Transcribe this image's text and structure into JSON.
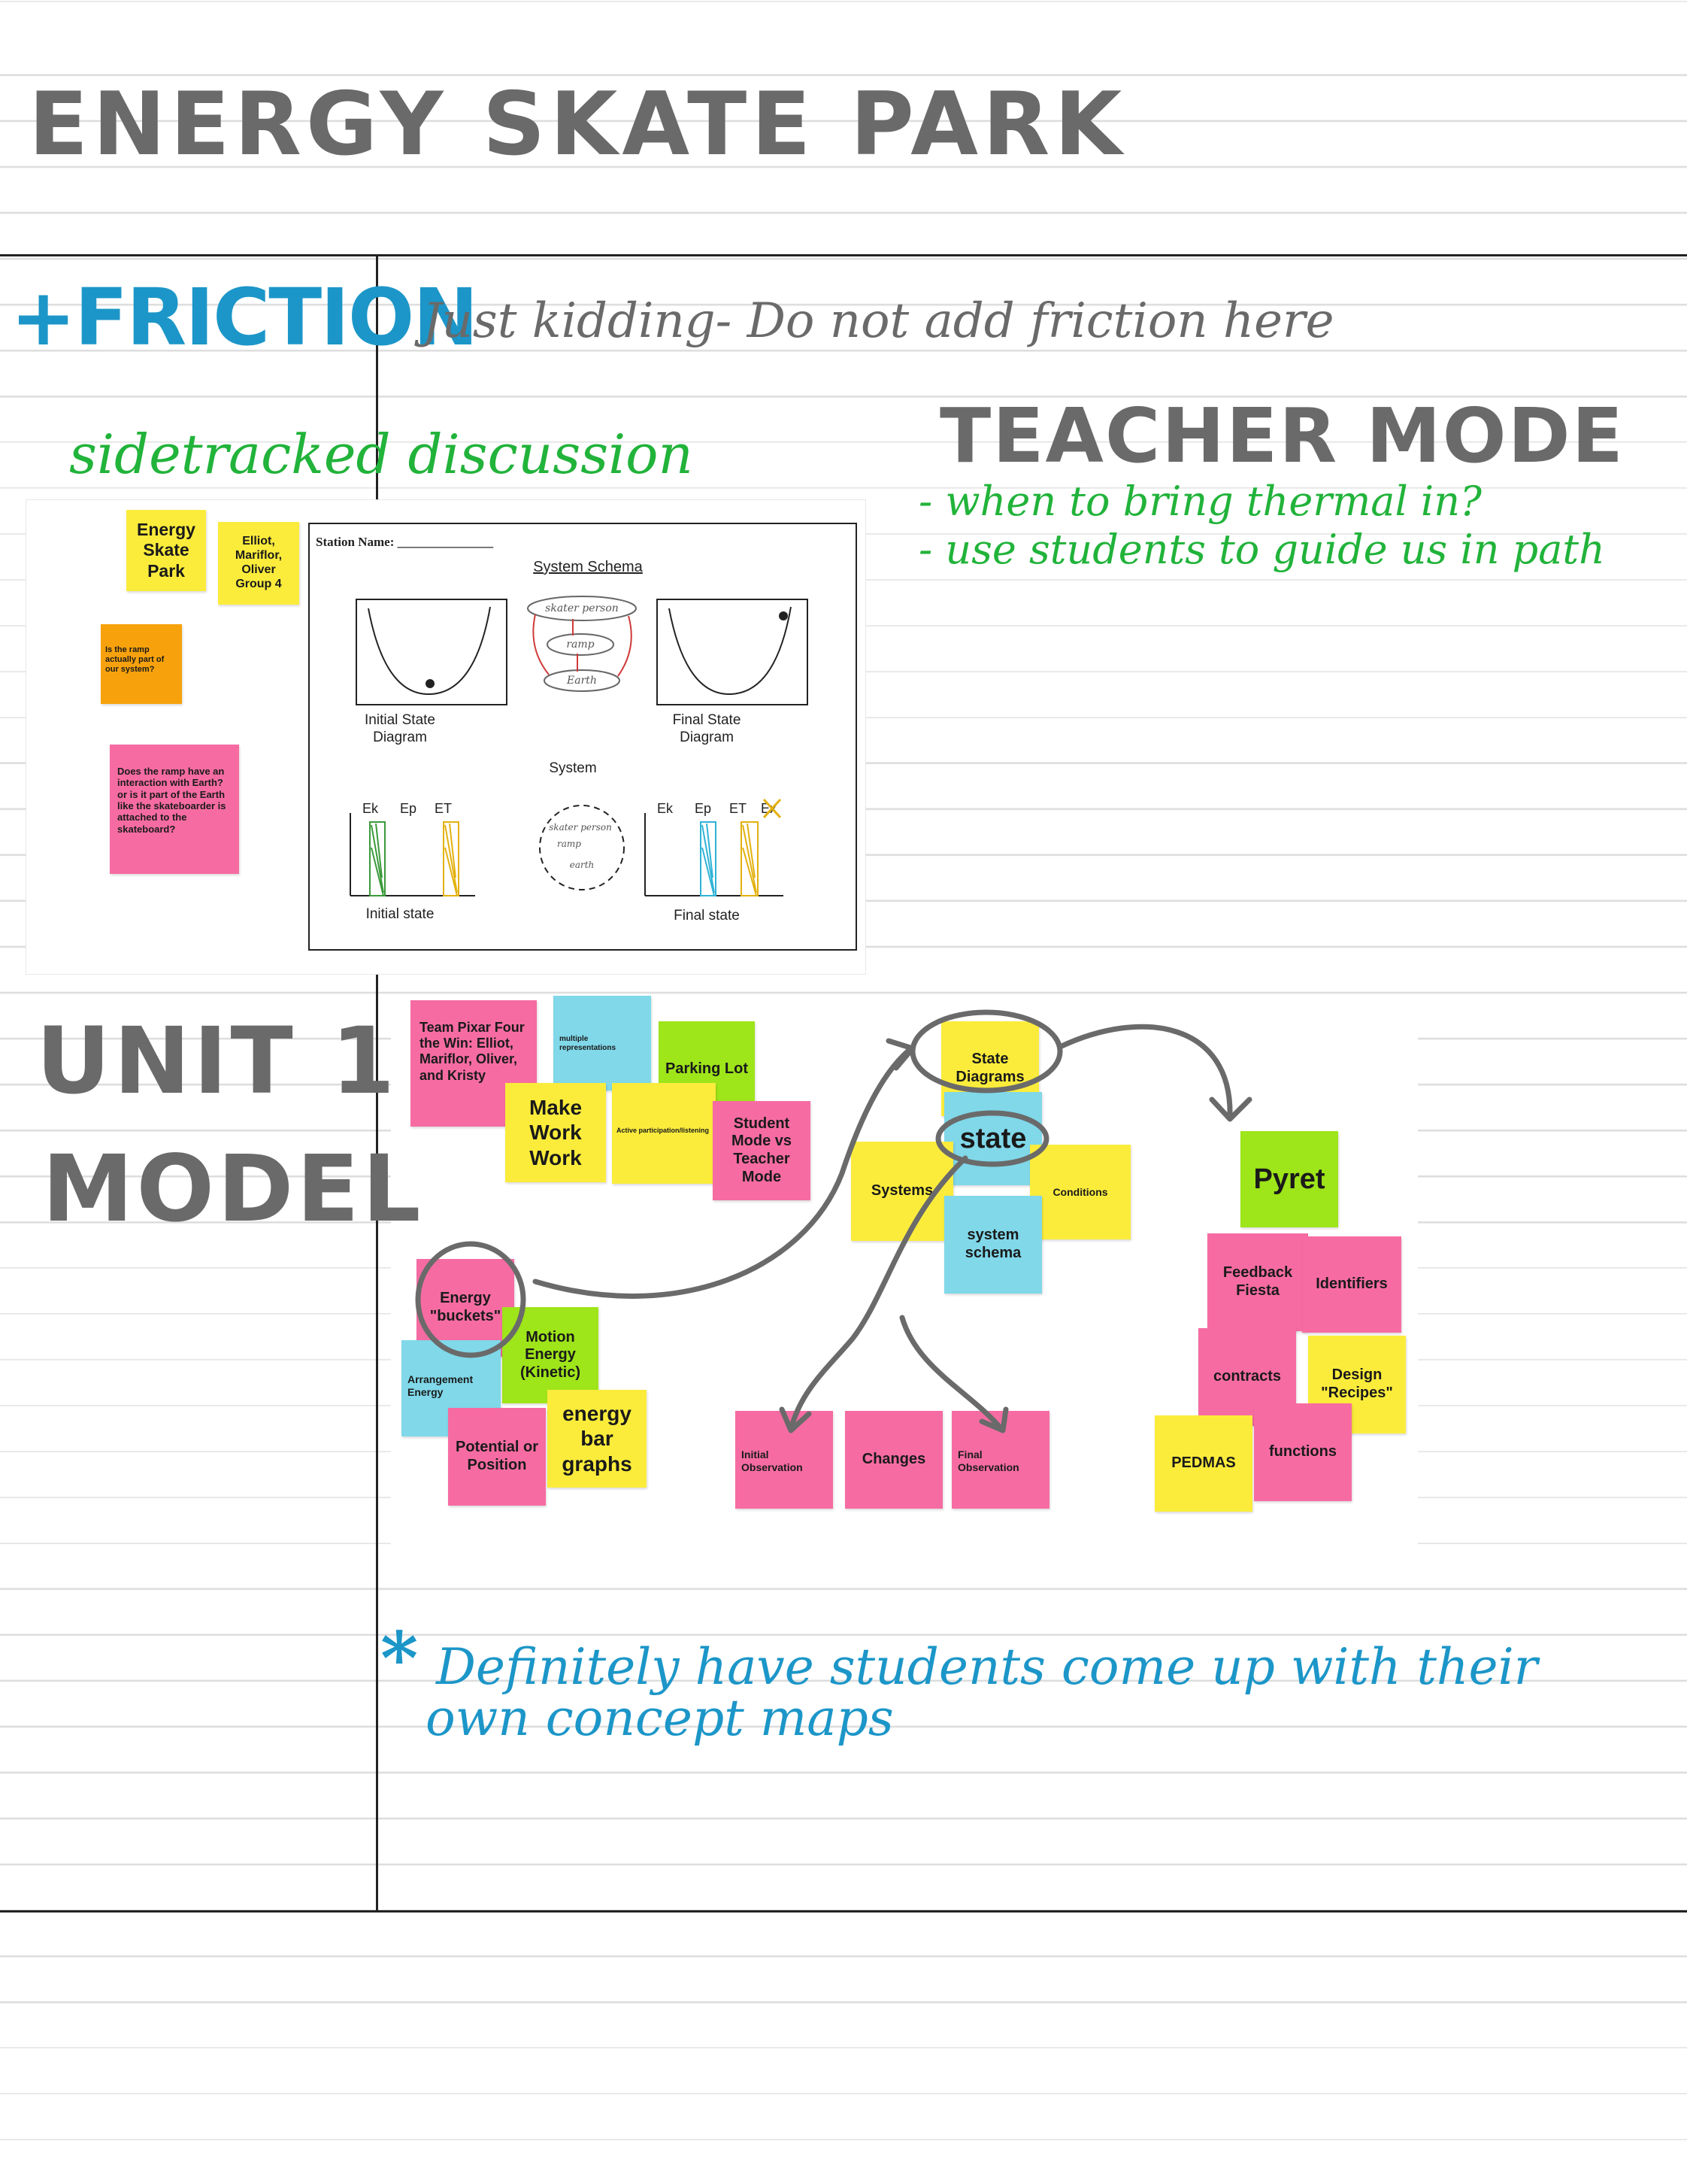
{
  "title": "ENERGY SKATE PARK",
  "friction": {
    "heading": "+FRICTION",
    "note": "Just kidding- Do not add friction here"
  },
  "sidetracked": "sidetracked discussion",
  "teacher_mode": {
    "heading": "TEACHER MODE",
    "bullets": [
      "- when to bring thermal in?",
      "- use students to guide us in path"
    ]
  },
  "board1": {
    "notes": [
      {
        "text": "Energy Skate Park"
      },
      {
        "text": "Elliot, Mariflor, Oliver Group 4"
      },
      {
        "text": "Is the ramp actually part of our system?"
      },
      {
        "text": "Does the ramp have an interaction with Earth? or is it part of the Earth like the skateboarder is attached to the skateboard?"
      }
    ],
    "worksheet": {
      "station": "Station Name: _______________",
      "schema": "System Schema",
      "initial_state_diagram": "Initial State Diagram",
      "final_state_diagram": "Final State Diagram",
      "system": "System",
      "initial_state": "Initial state",
      "final_state": "Final state",
      "bar_labels": [
        "Ek",
        "Ep",
        "ET",
        "Ek",
        "Ep",
        "ET",
        "Ex"
      ],
      "schema_items": [
        "skater person",
        "ramp",
        "Earth"
      ],
      "system_items": [
        "skater person",
        "ramp",
        "earth"
      ]
    }
  },
  "unit": {
    "line1": "UNIT 1",
    "line2": "MODEL"
  },
  "board2": {
    "notes": [
      {
        "text": "Team Pixar Four the Win: Elliot, Mariflor, Oliver, and Kristy"
      },
      {
        "text": "multiple representations"
      },
      {
        "text": "Parking Lot"
      },
      {
        "text": "Make Work Work"
      },
      {
        "text": "Active participation/listening"
      },
      {
        "text": "Student Mode vs Teacher Mode"
      },
      {
        "text": "State Diagrams"
      },
      {
        "text": "state"
      },
      {
        "text": "Systems"
      },
      {
        "text": "Conditions"
      },
      {
        "text": "system schema"
      },
      {
        "text": "Pyret"
      },
      {
        "text": "Feedback Fiesta"
      },
      {
        "text": "Identifiers"
      },
      {
        "text": "contracts"
      },
      {
        "text": "Design \"Recipes\""
      },
      {
        "text": "PEDMAS"
      },
      {
        "text": "functions"
      },
      {
        "text": "Energy \"buckets\""
      },
      {
        "text": "Motion Energy (Kinetic)"
      },
      {
        "text": "Arrangement Energy"
      },
      {
        "text": "energy bar graphs"
      },
      {
        "text": "Potential or Position"
      },
      {
        "text": "Initial Observation"
      },
      {
        "text": "Changes"
      },
      {
        "text": "Final Observation"
      }
    ]
  },
  "footnote": {
    "star": "*",
    "line1": "Definitely have students come up with their",
    "line2": "own concept maps"
  },
  "colors": {
    "yellow": "#fbec3c",
    "pink": "#f66ca2",
    "cyan": "#80d8e9",
    "lime": "#9ee51a",
    "orange": "#f7a20c",
    "friction_blue": "#1c96c8",
    "green_ink": "#21b33a",
    "gray_ink": "#6a6a6a"
  }
}
